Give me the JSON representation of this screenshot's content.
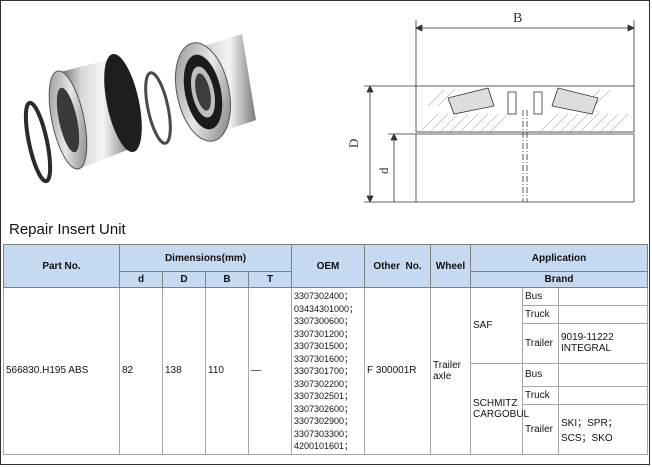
{
  "drawing": {
    "label_B": "B",
    "label_D": "D",
    "label_d": "d"
  },
  "caption": "Repair Insert Unit",
  "table": {
    "headers": {
      "part_no": "Part No.",
      "dimensions": "Dimensions(mm)",
      "d": "d",
      "D": "D",
      "B": "B",
      "T": "T",
      "oem": "OEM",
      "other_no": "Other  No.",
      "wheel": "Wheel",
      "application": "Application",
      "brand": "Brand"
    },
    "row": {
      "part_no": "566830.H195 ABS",
      "d": "82",
      "D": "138",
      "B": "110",
      "T": "—",
      "oem": [
        "3307302400；",
        "03434301000；",
        "3307300600；",
        "3307301200；",
        "3307301500；",
        "3307301600；",
        "3307301700；",
        "3307302200；",
        "3307302501；",
        "3307302600；",
        "3307302900；",
        "3307303300；",
        "4200101601；"
      ],
      "other_no": "F 300001R",
      "wheel": "Trailer axle",
      "brands": [
        {
          "name": "SAF",
          "types": [
            {
              "type": "Bus",
              "note": ""
            },
            {
              "type": "Truck",
              "note": ""
            },
            {
              "type": "Trailer",
              "note": "9019-11222 INTEGRAL"
            }
          ]
        },
        {
          "name": "SCHMITZ CARGOBUL",
          "types": [
            {
              "type": "Bus",
              "note": ""
            },
            {
              "type": "Truck",
              "note": ""
            },
            {
              "type": "Trailer",
              "note": "SKI；SPR；SCS；SKO"
            }
          ]
        }
      ]
    }
  },
  "colors": {
    "header_bg": "#c5d9f1",
    "border": "#a6a6a6"
  }
}
